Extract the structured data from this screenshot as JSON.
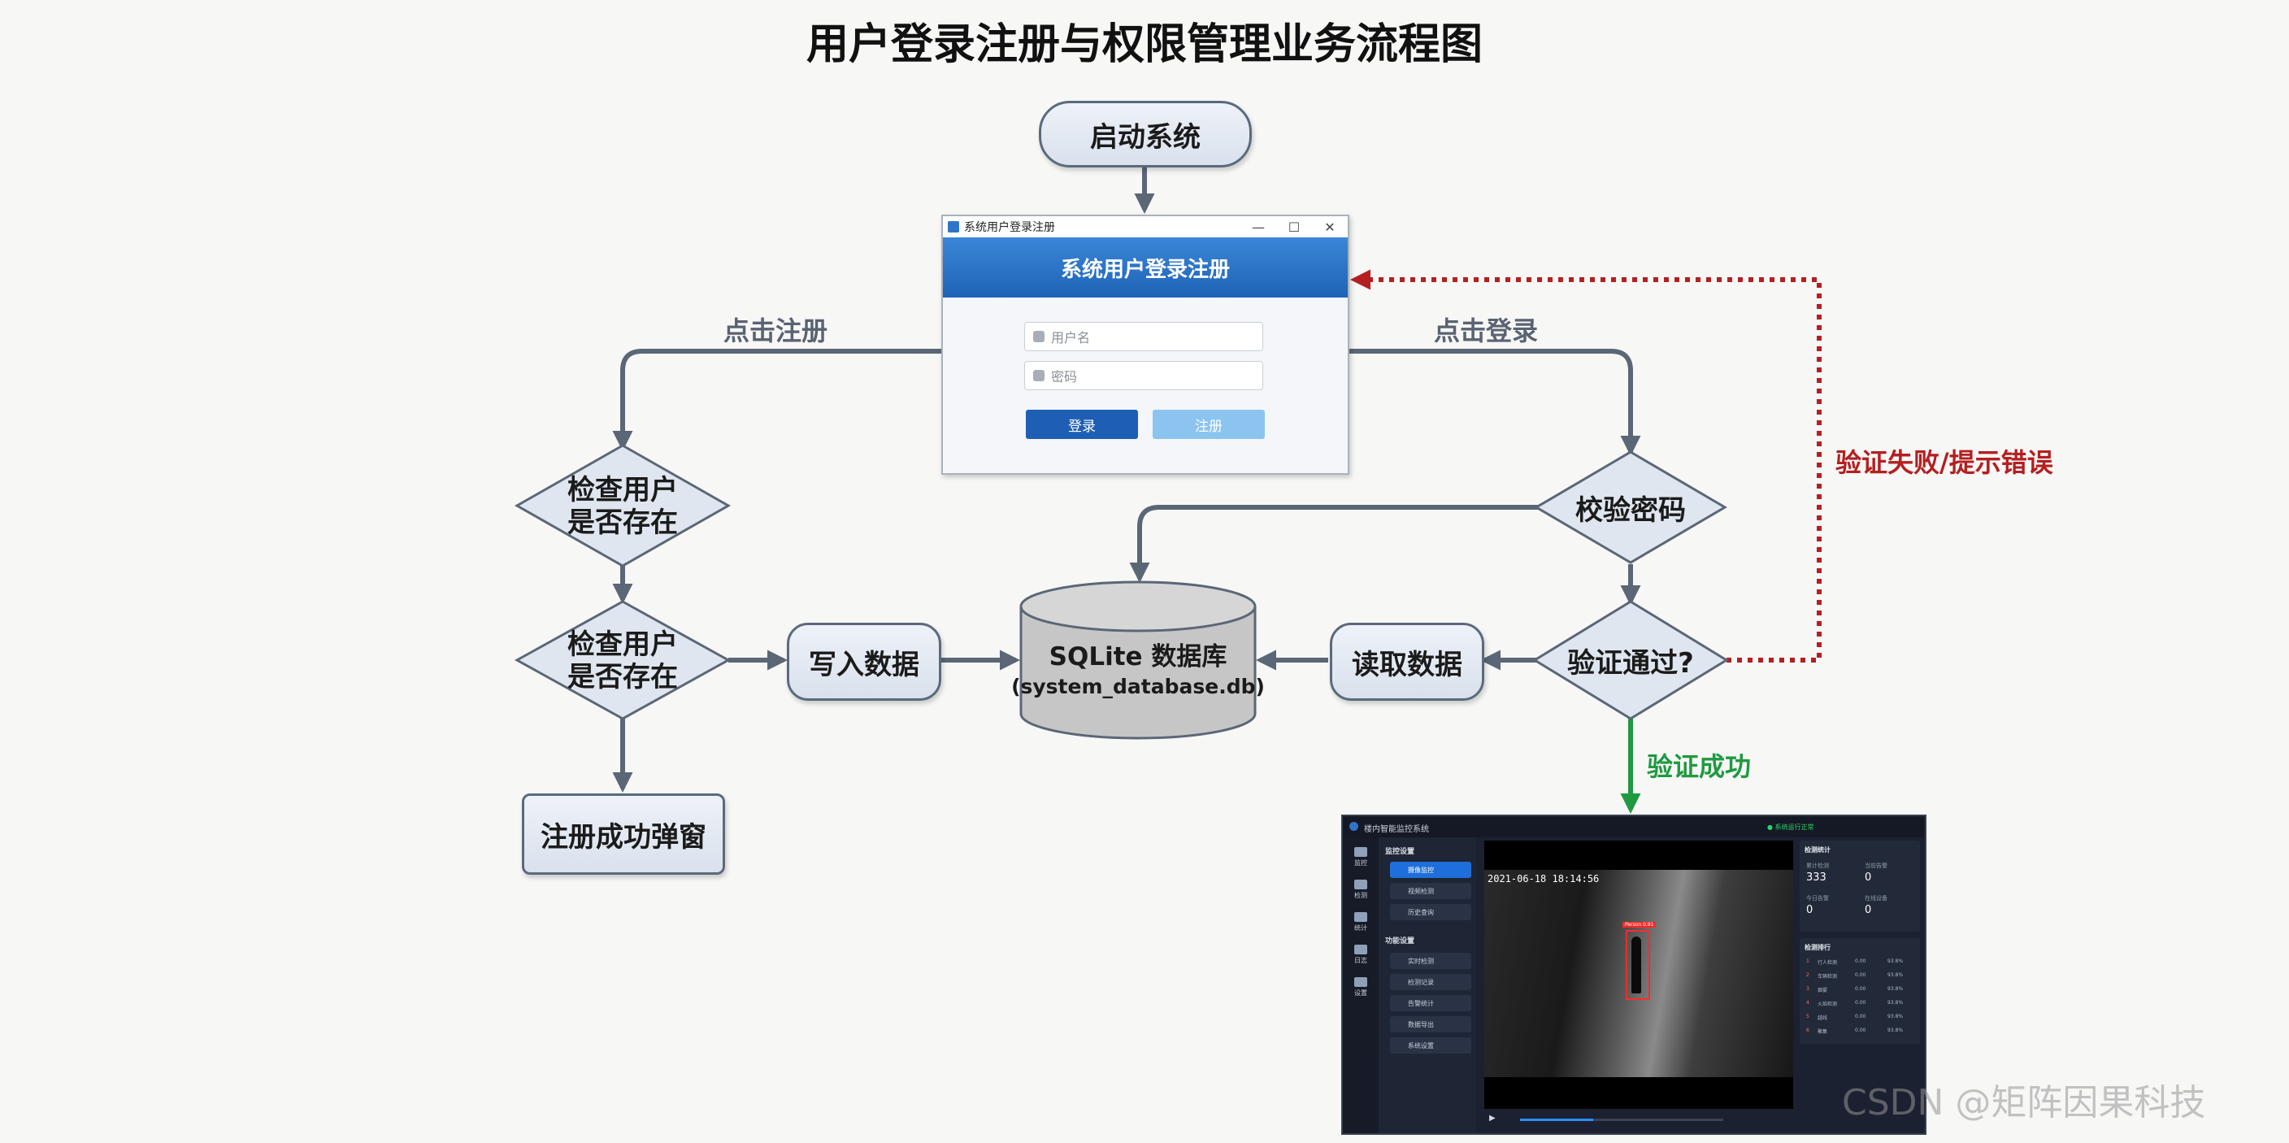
{
  "title": "用户登录注册与权限管理业务流程图",
  "nodes": {
    "start": "启动系统",
    "check_user_1_line1": "检查用户",
    "check_user_1_line2": "是否存在",
    "check_user_2_line1": "检查用户",
    "check_user_2_line2": "是否存在",
    "write_data": "写入数据",
    "register_success": "注册成功弹窗",
    "db_line1": "SQLite 数据库",
    "db_line2": "(system_database.db)",
    "read_data": "读取数据",
    "verify_password": "校验密码",
    "verify_pass": "验证通过?"
  },
  "edges": {
    "click_register": "点击注册",
    "click_login": "点击登录",
    "verify_fail": "验证失败/提示错误",
    "verify_success": "验证成功"
  },
  "colors": {
    "arrow": "#5b6676",
    "fail": "#b42020",
    "success": "#1f9a40",
    "title_blue": "#2f74c8"
  },
  "login_window": {
    "window_title": "系统用户登录注册",
    "header": "系统用户登录注册",
    "username_placeholder": "用户名",
    "password_placeholder": "密码",
    "login_button": "登录",
    "register_button": "注册",
    "minimize": "—",
    "maximize": "☐",
    "close": "✕"
  },
  "monitor_app": {
    "title": "楼内智能监控系统",
    "status": "● 系统运行正常",
    "left_nav": [
      "监控",
      "检测",
      "统计",
      "日志",
      "设置"
    ],
    "section_1": "监控设置",
    "menu_1": [
      "摄像监控",
      "视频检测",
      "历史查询"
    ],
    "section_2": "功能设置",
    "menu_2": [
      "实时检测",
      "检测记录",
      "告警统计",
      "数据导出",
      "系统设置"
    ],
    "timestamp": "2021-06-18 18:14:56",
    "detection_label": "Person 0.91",
    "progress": 0.36,
    "stats_title": "检测统计",
    "stats": [
      {
        "label": "累计检测",
        "value": "333"
      },
      {
        "label": "当前告警",
        "value": "0"
      },
      {
        "label": "今日告警",
        "value": "0"
      },
      {
        "label": "在线设备",
        "value": "0"
      }
    ],
    "table_title": "检测排行",
    "table_rows": [
      [
        "1",
        "行人检测",
        "0.00",
        "93.8%"
      ],
      [
        "2",
        "车辆检测",
        "0.00",
        "93.8%"
      ],
      [
        "3",
        "烟雾",
        "0.00",
        "93.8%"
      ],
      [
        "4",
        "火焰检测",
        "0.00",
        "93.8%"
      ],
      [
        "5",
        "越线",
        "0.00",
        "93.8%"
      ],
      [
        "6",
        "聚集",
        "0.00",
        "93.8%"
      ]
    ]
  },
  "watermark": "CSDN @矩阵因果科技"
}
